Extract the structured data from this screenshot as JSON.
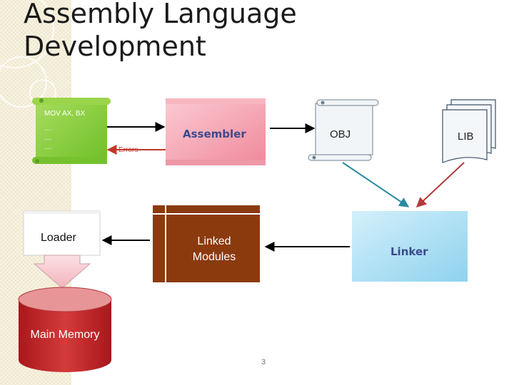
{
  "slide": {
    "title": "Assembly Language\nDevelopment",
    "page_number": "3"
  },
  "source_scroll": {
    "lines": [
      "MOV AX, BX",
      "…",
      "…",
      "…"
    ],
    "color": "#8dd13b"
  },
  "errors": {
    "label": "Errors",
    "color": "#c0392b"
  },
  "assembler": {
    "label": "Assembler",
    "color": "#f4a3b0"
  },
  "obj": {
    "label": "OBJ"
  },
  "lib": {
    "label": "LIB"
  },
  "linker": {
    "label": "Linker",
    "color": "#aee0f5"
  },
  "linked_modules": {
    "label": "Linked\nModules",
    "color": "#8b3a0e"
  },
  "loader": {
    "label": "Loader"
  },
  "main_memory": {
    "label": "Main Memory",
    "color": "#c62828"
  }
}
